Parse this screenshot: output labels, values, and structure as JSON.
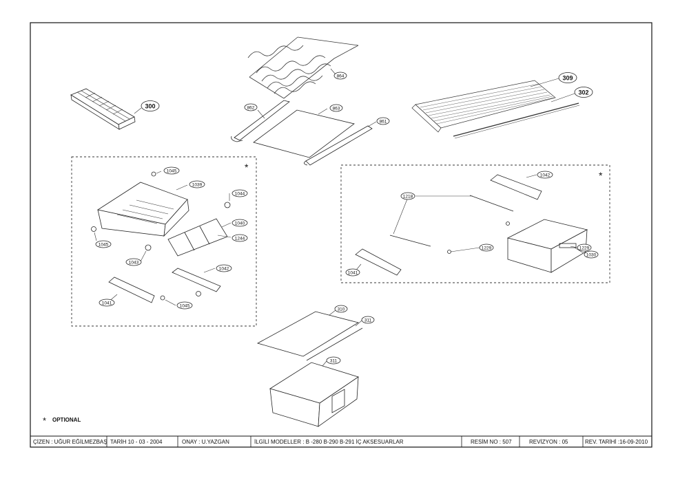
{
  "parts": {
    "p300": "300",
    "p864": "864",
    "p862": "862",
    "p863": "863",
    "p861": "861",
    "p309": "309",
    "p302": "302",
    "p1045a": "1045",
    "p1039": "1039",
    "p1044": "1044",
    "p1045b": "1045",
    "p1040": "1040",
    "p1244": "1244",
    "p1043": "1043",
    "p1042a": "1042",
    "p1041a": "1041",
    "p1045c": "1045",
    "p1042b": "1042",
    "p1218": "1218",
    "p1229a": "1229",
    "p1229b": "1229",
    "p1030": "1030",
    "p1041b": "1041",
    "p310": "310",
    "p311a": "311",
    "p311b": "311"
  },
  "markers": {
    "star_left": "*",
    "star_right": "*",
    "optional_star": "*"
  },
  "legend": {
    "optional_text": "OPTIONAL"
  },
  "title_block": {
    "drawn_by": "ÇİZEN : UĞUR EĞİLMEZBAŞ",
    "date": "TARİH   10 - 03 - 2004",
    "approved": "ONAY : U.YAZGAN",
    "models": "İLGİLİ MODELLER :     B -280 B-290 B-291 İÇ AKSESUARLAR",
    "drawing_no": "RESİM NO : 507",
    "revision": "REVİZYON :   05",
    "rev_date": "REV. TARİHİ :16-09-2010"
  }
}
